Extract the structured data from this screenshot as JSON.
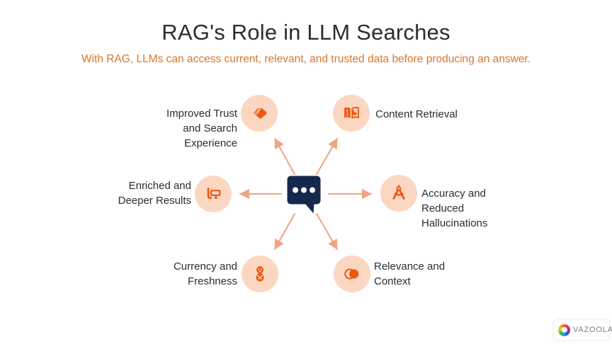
{
  "title": "RAG's Role in LLM Searches",
  "subtitle": "With RAG, LLMs can access current, relevant, and trusted data before producing an answer.",
  "center": {
    "icon": "chat-bubble-with-dots-icon"
  },
  "nodes": [
    {
      "id": "improved-trust",
      "position": "top-left",
      "icon": "handshake-icon",
      "label": "Improved Trust\nand Search\nExperience"
    },
    {
      "id": "content-retrieval",
      "position": "top-right",
      "icon": "open-book-hand-icon",
      "label": "Content Retrieval"
    },
    {
      "id": "enriched-results",
      "position": "left",
      "icon": "snorkel-mask-icon",
      "label": "Enriched and\nDeeper Results"
    },
    {
      "id": "accuracy",
      "position": "right",
      "icon": "drafting-compass-icon",
      "label": "Accuracy and\nReduced\nHallucinations"
    },
    {
      "id": "currency-freshness",
      "position": "bottom-left",
      "icon": "swaddled-baby-icon",
      "label": "Currency and\nFreshness"
    },
    {
      "id": "relevance-context",
      "position": "bottom-right",
      "icon": "venn-overlap-icon",
      "label": "Relevance and\nContext"
    }
  ],
  "logo": {
    "text": "VAZOOLA"
  },
  "colors": {
    "title_text": "#2d2d2d",
    "subtitle_text": "#d8772e",
    "icon_orange": "#f0560f",
    "circle_background": "#fbd7c2",
    "arrow": "#efa383",
    "bubble_navy": "#15294d",
    "logo_text": "#7d7d7d"
  }
}
